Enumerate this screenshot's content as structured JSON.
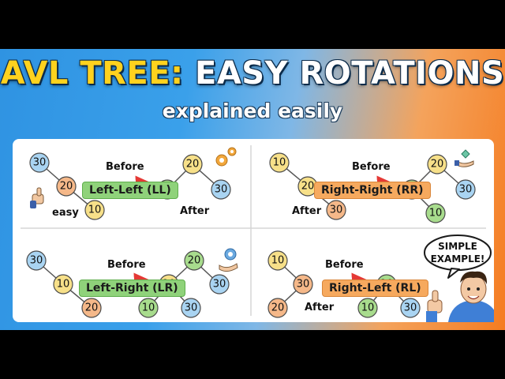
{
  "title_part1": "AVL TREE:",
  "title_part2": "EASY ROTATIONS",
  "subtitle": "explained easily",
  "sections": [
    {
      "label": "Left-Left (LL)",
      "before": "Before",
      "after": "After",
      "note": "easy",
      "before_nodes": [
        "30",
        "20",
        "10"
      ],
      "after_nodes": [
        "20",
        "10",
        "30"
      ]
    },
    {
      "label": "Right-Right (RR)",
      "before": "Before",
      "after": "After",
      "before_nodes": [
        "10",
        "20",
        "30"
      ],
      "after_nodes": [
        "20",
        "10",
        "30",
        "10"
      ]
    },
    {
      "label": "Left-Right (LR)",
      "before": "Before",
      "before_nodes": [
        "30",
        "10",
        "20"
      ],
      "after_nodes": [
        "20",
        "20",
        "30",
        "10",
        "30"
      ]
    },
    {
      "label": "Right-Left (RL)",
      "before": "Before",
      "after": "After",
      "before_nodes": [
        "10",
        "30",
        "20"
      ],
      "after_nodes": [
        "20",
        "10",
        "30"
      ]
    }
  ],
  "speech_bubble": {
    "line1": "SIMPLE",
    "line2": "EXAMPLE!"
  },
  "colors": {
    "node_blue": "#a9d4f2",
    "node_orange": "#f5b889",
    "node_yellow": "#f7e089",
    "node_green": "#a8dc8d",
    "arrow_red": "#e53935",
    "label_green": "#8fd27a",
    "label_orange": "#f6a95e"
  }
}
